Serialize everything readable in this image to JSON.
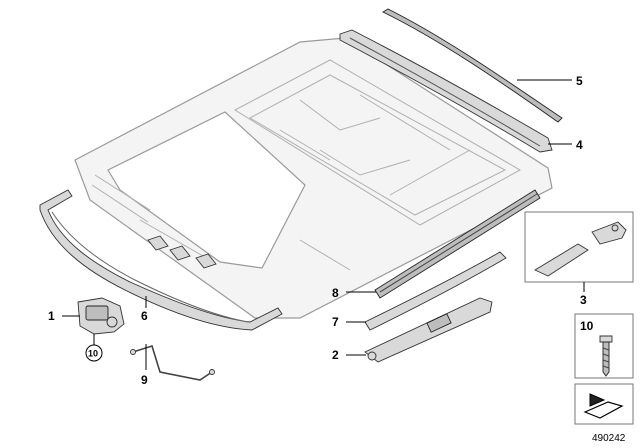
{
  "callouts": {
    "c1": "1",
    "c2": "2",
    "c3": "3",
    "c4": "4",
    "c5": "5",
    "c6": "6",
    "c7": "7",
    "c8": "8",
    "c9": "9",
    "c10_box": "10",
    "c10_circle": "10"
  },
  "catalog_number": "490242"
}
